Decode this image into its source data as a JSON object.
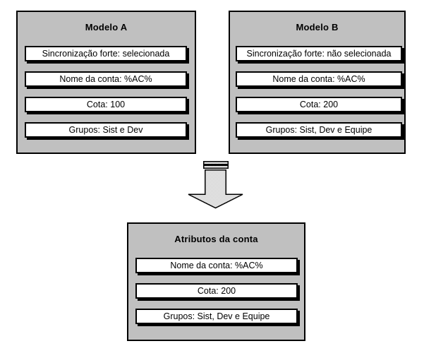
{
  "panels": {
    "modelo_a": {
      "title": "Modelo A",
      "rows": [
        "Sincronização forte: selecionada",
        "Nome da conta: %AC%",
        "Cota: 100",
        "Grupos: Sist e Dev"
      ]
    },
    "modelo_b": {
      "title": "Modelo B",
      "rows": [
        "Sincronização forte: não selecionada",
        "Nome da conta: %AC%",
        "Cota: 200",
        "Grupos: Sist, Dev e Equipe"
      ]
    },
    "resultado": {
      "title": "Atributos da conta",
      "rows": [
        "Nome da conta: %AC%",
        "Cota: 200",
        "Grupos: Sist, Dev e Equipe"
      ]
    }
  },
  "icons": {
    "merge_arrow": "down-block-arrow"
  },
  "colors": {
    "page_bg": "#ffffff",
    "panel_bg": "#c0c0c0",
    "box_bg": "#ffffff",
    "border": "#000000",
    "arrow_dither": "#bdbdbd"
  }
}
